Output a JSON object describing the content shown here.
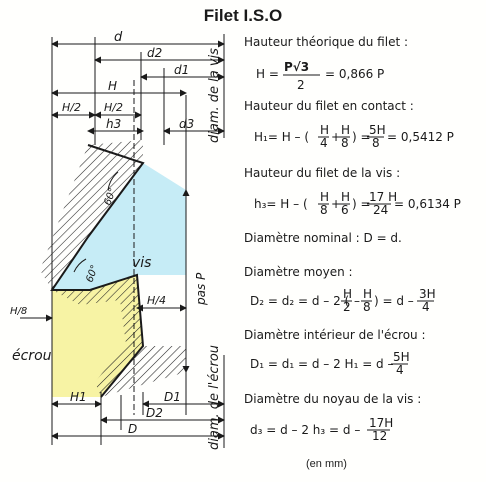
{
  "title": "Filet I.S.O",
  "caption": "(en mm)",
  "diagram": {
    "labels": {
      "d": "d",
      "d2": "d2",
      "d1": "d1",
      "H": "H",
      "H2a": "H/2",
      "H2b": "H/2",
      "h3": "h3",
      "d3": "d3",
      "ang_top": "60°",
      "ang_mid": "60°",
      "vis": "vis",
      "pas": "pas P",
      "H4": "H/4",
      "H8": "H/8",
      "ecrou": "écrou",
      "H1": "H1",
      "D1": "D1",
      "D2": "D2",
      "D": "D",
      "diam_vis": "diam. de la vis",
      "diam_ecrou": "diam. de l'écrou"
    },
    "fill_colors": {
      "vis": "#c6ecf6",
      "ecrou": "#f7f3a4"
    }
  },
  "formulas": {
    "f1_title": "Hauteur théorique du filet :",
    "f1_lhs": "H = ",
    "f1_num": "P√3",
    "f1_den": "2",
    "f1_rhs": "= 0,866 P",
    "f2_title": "Hauteur du filet en contact :",
    "f2_a": "H₁= H – (",
    "f2_b1n": "H",
    "f2_b1d": "4",
    "f2_plus": "+",
    "f2_b2n": "H",
    "f2_b2d": "8",
    "f2_c": ") =",
    "f2_dn": "5H",
    "f2_dd": "8",
    "f2_e": "= 0,5412 P",
    "f3_title": "Hauteur du filet de la vis :",
    "f3_a": "h₃= H – (",
    "f3_b1n": "H",
    "f3_b1d": "8",
    "f3_plus": "+",
    "f3_b2n": "H",
    "f3_b2d": "6",
    "f3_c": ") =",
    "f3_dn": "17 H",
    "f3_dd": "24",
    "f3_e": "= 0,6134 P",
    "f4_text": "Diamètre nominal : D = d.",
    "f5_title": "Diamètre moyen :",
    "f5_a": "D₂ = d₂ = d – 2 (",
    "f5_b1n": "H",
    "f5_b1d": "2",
    "f5_minus": "–",
    "f5_b2n": "H",
    "f5_b2d": "8",
    "f5_c": ") = d –",
    "f5_dn": "3H",
    "f5_dd": "4",
    "f6_title": "Diamètre intérieur de l'écrou :",
    "f6_a": "D₁ = d₁ = d – 2 H₁ = d –",
    "f6_dn": "5H",
    "f6_dd": "4",
    "f7_title": "Diamètre du noyau de la vis :",
    "f7_a": "d₃ = d – 2 h₃ = d –",
    "f7_dn": "17H",
    "f7_dd": "12"
  }
}
